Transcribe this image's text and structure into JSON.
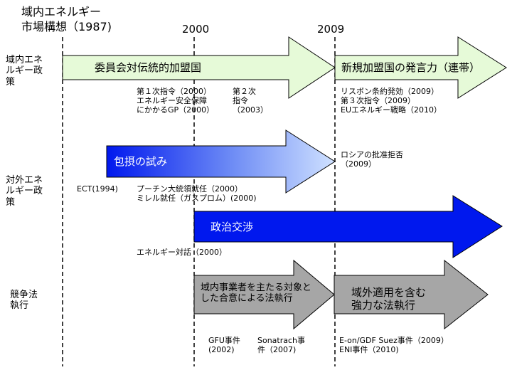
{
  "header": {
    "concept_line1": "域内エネルギー",
    "concept_line2": "市場構想（1987)",
    "year_2000": "2000",
    "year_2009": "2009"
  },
  "rows": {
    "internal_policy": "域内エネ\nルギー政\n策",
    "external_policy": "対外エネ\nルギー政\n策",
    "competition_law": "競争法\n執行"
  },
  "arrows": {
    "committee": "委員会対伝統的加盟国",
    "new_members": "新規加盟国の発言力（連帯）",
    "inclusion": "包摂の試み",
    "political": "政治交渉",
    "domestic_enforcement": "域内事業者を主たる対象と\nした合意による法執行",
    "external_enforcement": "域外適用を含む\n強力な法執行"
  },
  "notes": {
    "directive1": "第１次指令（2000）\nエネルギー安全保障\nにかかるGP（2000）",
    "directive2": "第２次\n指令\n（2003）",
    "lisbon": "リスボン条約発効（2009）\n第３次指令（2009）\nEUエネルギー戦略（2010）",
    "russia": "ロシアの批准拒否\n（2009）",
    "ect": "ECT(1994)",
    "putin": "プーチン大統領就任（2000）\nミレル就任（ガスプロム）(2000)",
    "dialogue": "エネルギー対話（2000）",
    "gfu": "GFU事件\n(2002)",
    "sonatrach": "Sonatrach事\n件（2007)",
    "eon": "E-on/GDF Suez事件（2009）\nENI事件（2010)"
  },
  "colors": {
    "light_green": "#e6fad8",
    "blue": "#0018ee",
    "blue_gradient_end": "#cfe1ff",
    "gray": "#a6a6a6"
  }
}
